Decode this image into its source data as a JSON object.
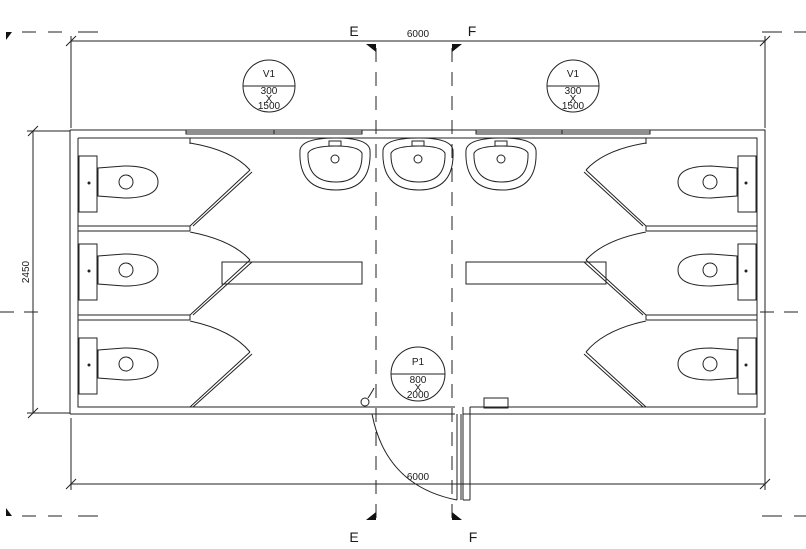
{
  "dimensions": {
    "width_top": "6000",
    "width_bottom": "6000",
    "height_left": "2450"
  },
  "section_marks": {
    "left_top": "E",
    "right_top": "F",
    "left_bottom": "E",
    "right_bottom": "F"
  },
  "windows": [
    {
      "code": "V1",
      "width": "300",
      "times": "X",
      "height": "1500"
    },
    {
      "code": "V1",
      "width": "300",
      "times": "X",
      "height": "1500"
    }
  ],
  "door": {
    "code": "P1",
    "width": "800",
    "times": "X",
    "height": "2000"
  }
}
